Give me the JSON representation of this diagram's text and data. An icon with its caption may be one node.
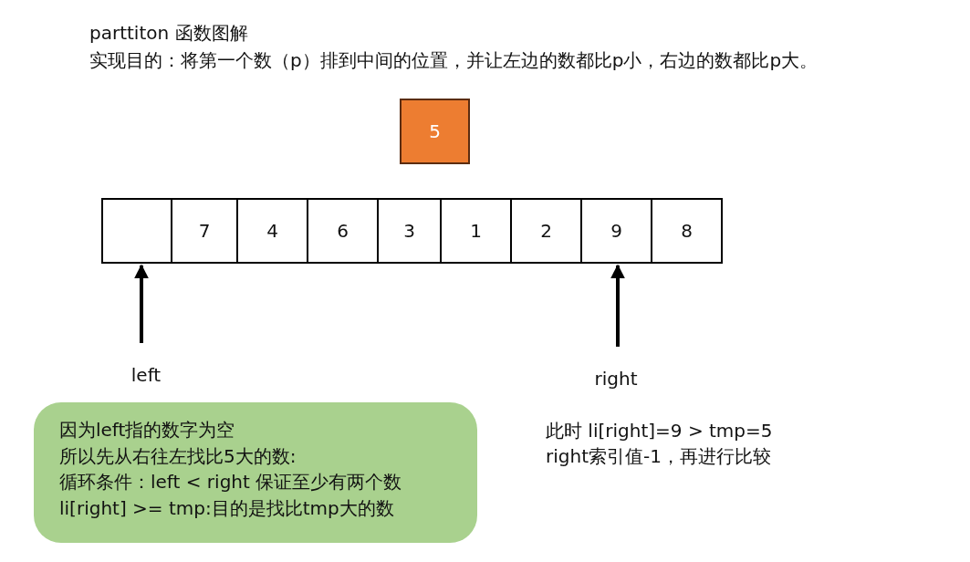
{
  "diagram": {
    "title": "parttiton 函数图解",
    "nodes": [
      {
        "text": [
          "5"
        ]
      },
      {
        "text": [],
        "shape": "box"
      },
      {
        "text": [
          "7"
        ]
      },
      {
        "text": [
          "4"
        ]
      },
      {
        "text": [
          "6"
        ]
      },
      {
        "text": [
          "3"
        ]
      },
      {
        "text": [
          "1"
        ]
      },
      {
        "text": [
          "2"
        ]
      },
      {
        "text": [
          "9"
        ]
      },
      {
        "text": [
          "8"
        ]
      },
      {
        "text": [
          "left"
        ]
      },
      {
        "text": [
          "right"
        ]
      },
      {
        "text": [
          "因为left指的数字为空",
          "所以先从右往左找比5大的数:",
          "循环条件：left < right  保证至少有两个数",
          "li[right] >= tmp:目的是找比tmp大的数"
        ]
      }
    ],
    "edges": [
      {
        "from": 10,
        "to": 1,
        "arrow": "to"
      },
      {
        "from": 11,
        "to": 8,
        "arrow": "to"
      }
    ],
    "labels": [
      "实现目的：将第一个数（p）排到中间的位置，并让左边的数都比p小，右边的数都比p大。",
      "此时 li[right]=9 > tmp=5",
      "right索引值-1，再进行比较"
    ]
  }
}
